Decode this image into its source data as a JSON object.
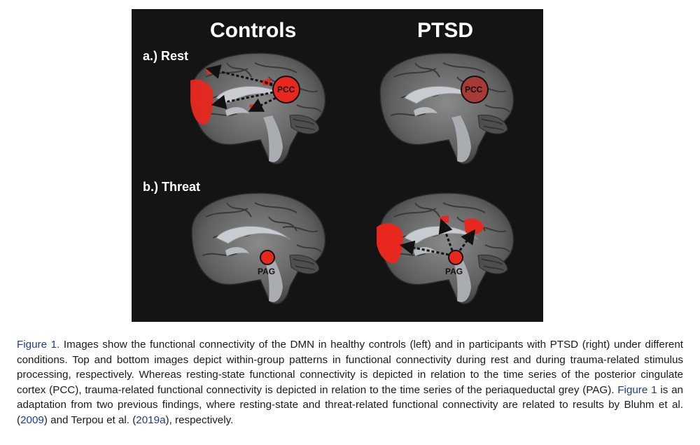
{
  "figure": {
    "col_titles": [
      "Controls",
      "PTSD"
    ],
    "row_labels": [
      "a.) Rest",
      "b.) Threat"
    ],
    "regions": {
      "pcc": "PCC",
      "pag": "PAG"
    },
    "colors": {
      "activation": "#e8271e",
      "background": "#141414",
      "brain": "#6a6a6a"
    }
  },
  "caption": {
    "label": "Figure 1.",
    "text1": " Images show the functional connectivity of the DMN in healthy controls (left) and in participants with PTSD (right) under different conditions. Top and bottom images depict within-group patterns in functional connectivity during rest and during trauma-related stimulus processing, respectively. Whereas resting-state functional connectivity is depicted in relation to the time series of the posterior cingulate cortex (PCC), trauma-related functional connectivity is depicted in relation to the time series of the periaqueductal grey (PAG). ",
    "ref_figure": "Figure 1",
    "text2": " is an adaptation from two previous findings, where resting-state and threat-related functional connectivity are related to results by Bluhm et al. (",
    "ref_year1": "2009",
    "text3": ") and Terpou et al. (",
    "ref_year2": "2019a",
    "text4": "), respectively."
  }
}
